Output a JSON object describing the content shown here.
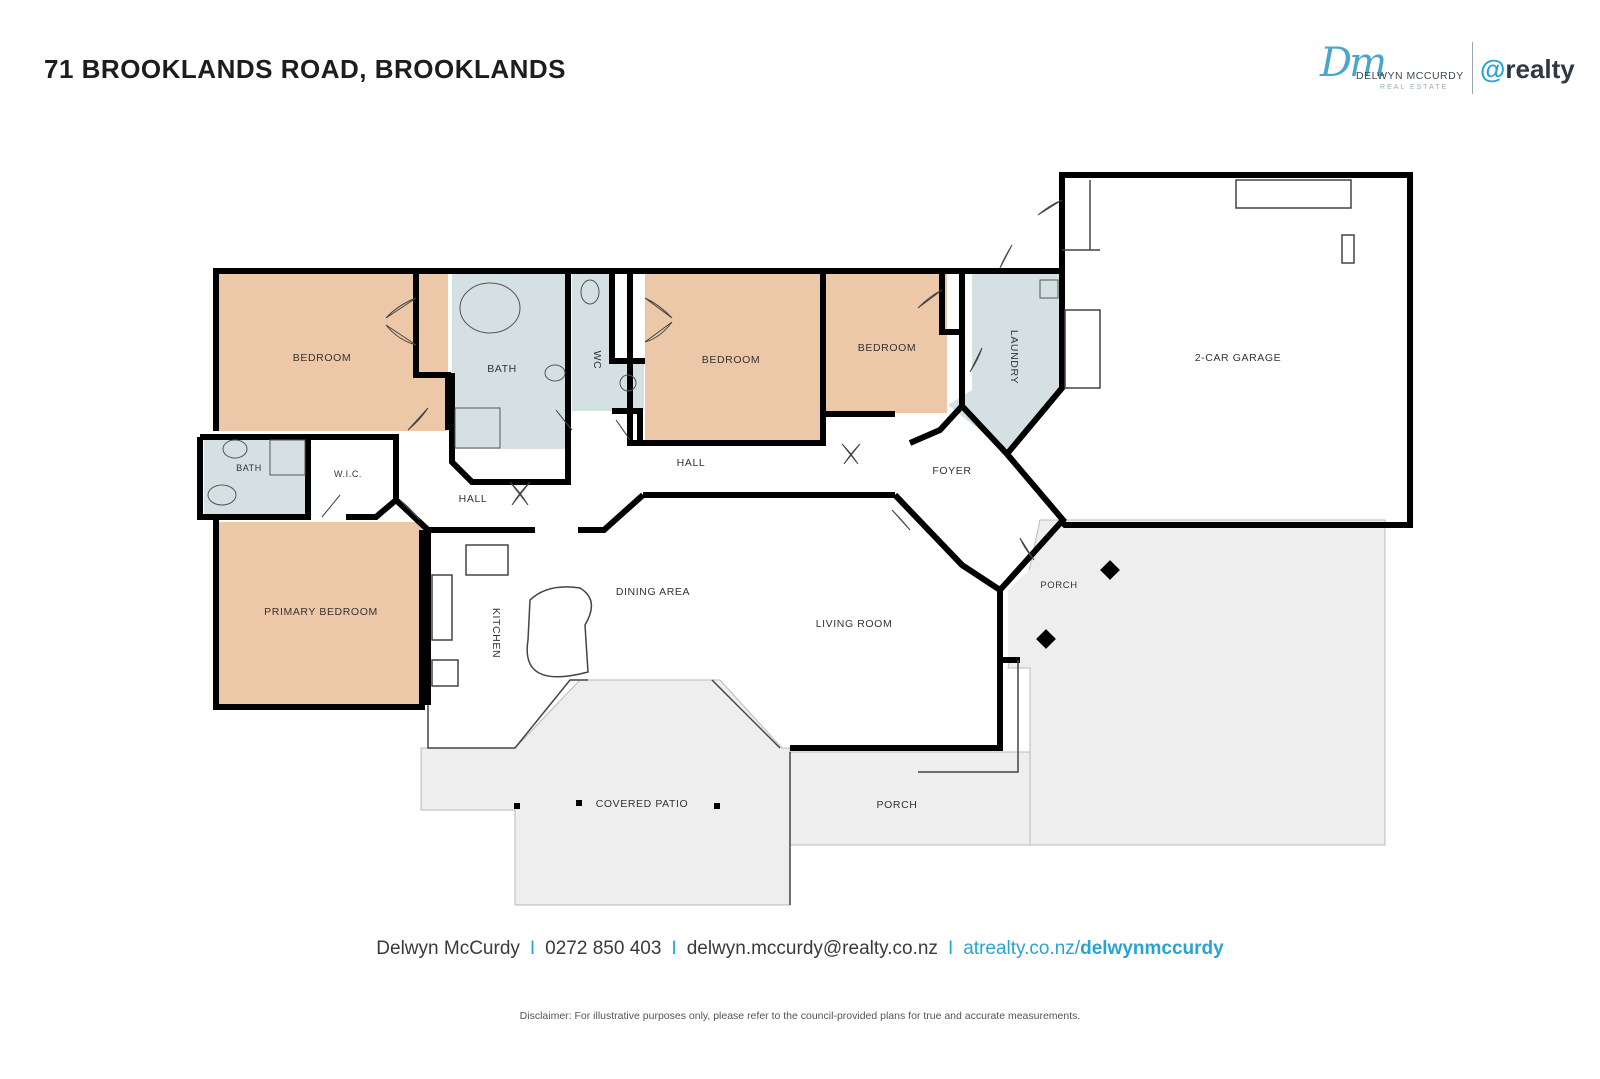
{
  "header": {
    "title": "71 BROOKLANDS ROAD, BROOKLANDS"
  },
  "logo": {
    "monogram": "Dm",
    "name": "DELWYN MCCURDY",
    "subtitle": "REAL ESTATE",
    "brand_at": "@",
    "brand_word": "realty",
    "accent_color": "#27a3d6"
  },
  "rooms": {
    "bedroom_1": "BEDROOM",
    "bath_main": "BATH",
    "wc": "WC",
    "bedroom_2": "BEDROOM",
    "bedroom_3": "BEDROOM",
    "laundry": "LAUNDRY",
    "garage": "2-CAR GARAGE",
    "ensuite_bath": "BATH",
    "wic": "W.I.C.",
    "hall_left": "HALL",
    "hall_center": "HALL",
    "foyer": "FOYER",
    "primary_bedroom": "PRIMARY BEDROOM",
    "dining_area": "DINING AREA",
    "kitchen": "KITCHEN",
    "living_room": "LIVING ROOM",
    "porch_front": "PORCH",
    "covered_patio": "COVERED PATIO",
    "porch_rear": "PORCH"
  },
  "colors": {
    "bedroom_fill": "#ecc7a8",
    "wet_area_fill": "#d5e0e2",
    "outdoor_fill": "#eeeeee",
    "wall": "#000000"
  },
  "footer": {
    "agent": "Delwyn McCurdy",
    "separator": "I",
    "phone": "0272 850 403",
    "email": "delwyn.mccurdy@realty.co.nz",
    "web_prefix": "atrealty.co.nz/",
    "web_bold": "delwynmccurdy",
    "disclaimer": "Disclaimer: For illustrative purposes only, please refer to the council-provided plans for true and accurate measurements."
  }
}
